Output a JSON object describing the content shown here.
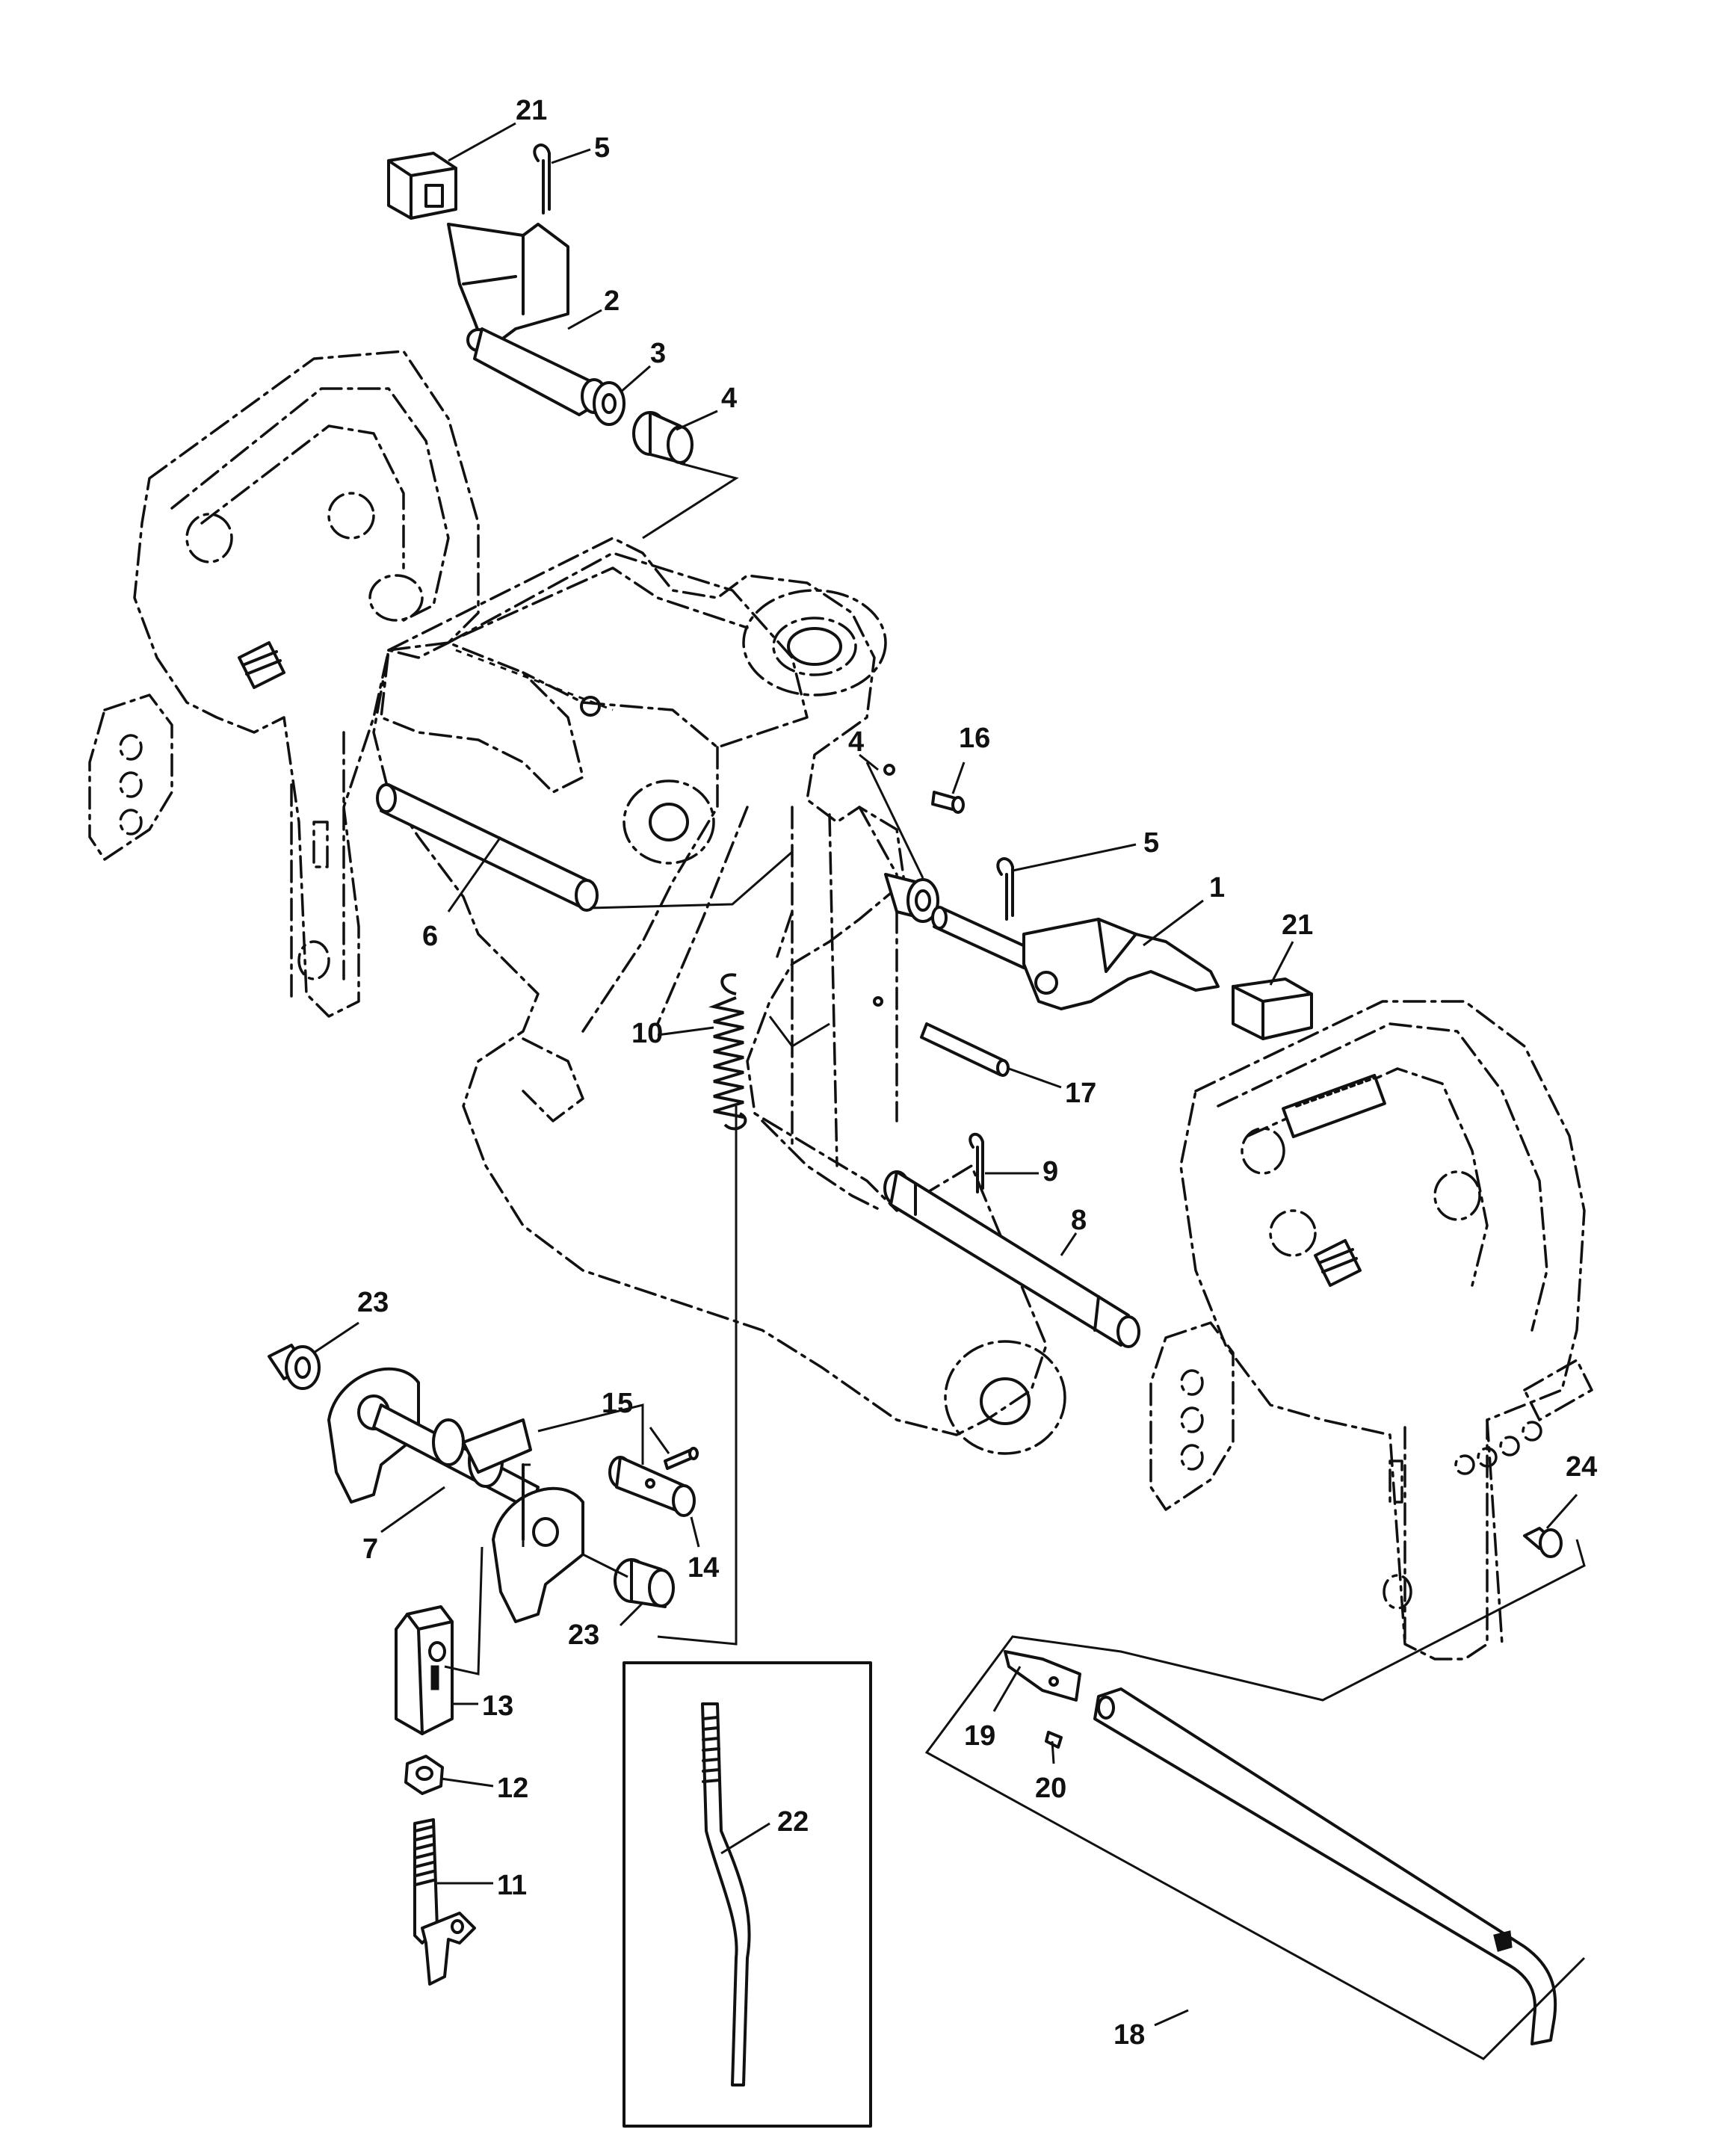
{
  "callouts": {
    "c1": "1",
    "c2": "2",
    "c3": "3",
    "c4a": "4",
    "c4b": "4",
    "c5a": "5",
    "c5b": "5",
    "c6": "6",
    "c7": "7",
    "c8": "8",
    "c9": "9",
    "c10": "10",
    "c11": "11",
    "c12": "12",
    "c13": "13",
    "c14": "14",
    "c15": "15",
    "c16": "16",
    "c17": "17",
    "c18": "18",
    "c19": "19",
    "c20": "20",
    "c21a": "21",
    "c21b": "21",
    "c22": "22",
    "c23a": "23",
    "c23b": "23",
    "c24": "24"
  }
}
